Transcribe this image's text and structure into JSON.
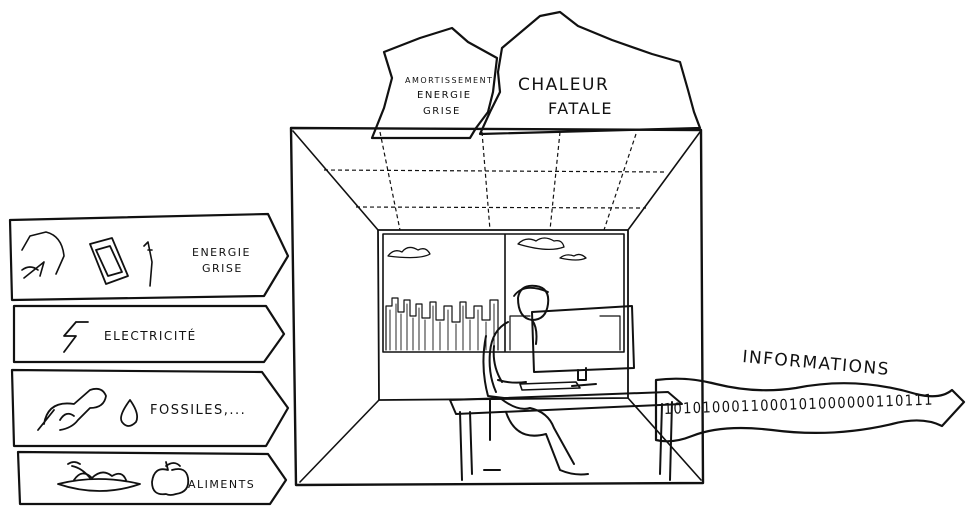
{
  "inputs": [
    {
      "label_line1": "ENERGIE",
      "label_line2": "GRISE"
    },
    {
      "label": "ELECTRICITÉ"
    },
    {
      "label": "FOSSILES,..."
    },
    {
      "label": "ALIMENTS"
    }
  ],
  "outputs": {
    "grey_energy_line1": "AMORTISSEMENT",
    "grey_energy_line2": "ENERGIE",
    "grey_energy_line3": "GRISE",
    "heat_line1": "CHALEUR",
    "heat_line2": "FATALE"
  },
  "information": {
    "label": "INFORMATIONS",
    "binary": "1010100011000101000000110111"
  }
}
